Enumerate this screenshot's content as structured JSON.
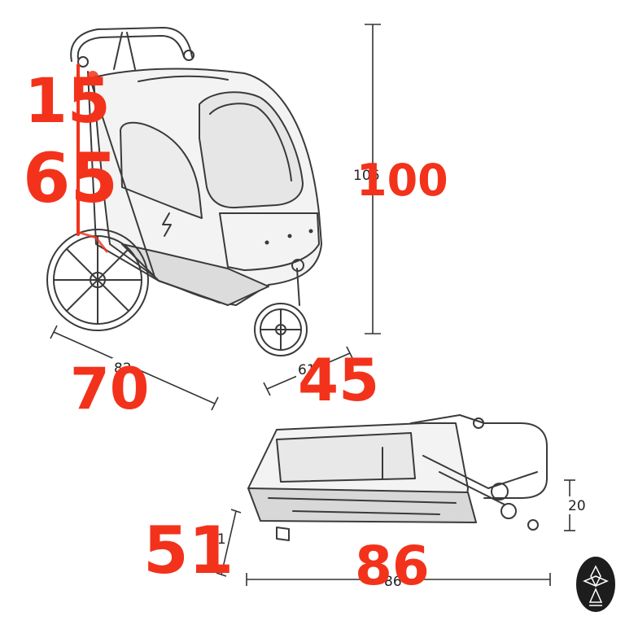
{
  "printed_dimensions": {
    "height": "106",
    "length": "82",
    "width": "61",
    "folded_length": "86",
    "folded_height": "20",
    "folded_width": "61"
  },
  "handwritten_dimensions": {
    "upper_left": "15",
    "left": "65",
    "height": "100",
    "length": "70",
    "width": "45",
    "folded_width": "51",
    "folded_length": "86"
  },
  "colors": {
    "annotation": "#f3321b",
    "sketch": "#3a3a3a",
    "background": "#ffffff"
  },
  "logo": {
    "icon": "diamond-star-logo-icon"
  }
}
